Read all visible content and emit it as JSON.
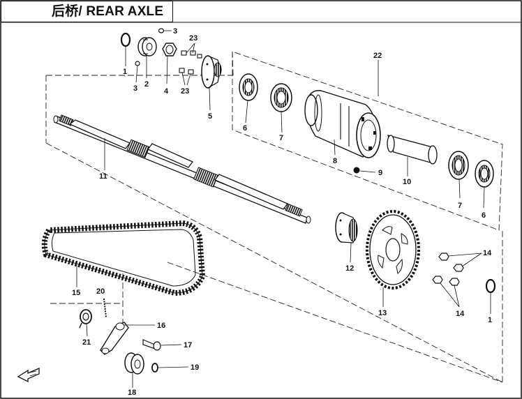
{
  "title": "后桥/ REAR AXLE",
  "callouts": {
    "c1a": "1",
    "c1b": "1",
    "c2": "2",
    "c3a": "3",
    "c3b": "3",
    "c4": "4",
    "c5": "5",
    "c6a": "6",
    "c6b": "6",
    "c7a": "7",
    "c7b": "7",
    "c8": "8",
    "c9": "9",
    "c10": "10",
    "c11": "11",
    "c12": "12",
    "c13": "13",
    "c14a": "14",
    "c14b": "14",
    "c15": "15",
    "c16": "16",
    "c17": "17",
    "c18": "18",
    "c19": "19",
    "c20": "20",
    "c21": "21",
    "c22": "22",
    "c23a": "23",
    "c23b": "23"
  },
  "icons": {
    "orientation_arrow": "front-direction-arrow-icon"
  }
}
